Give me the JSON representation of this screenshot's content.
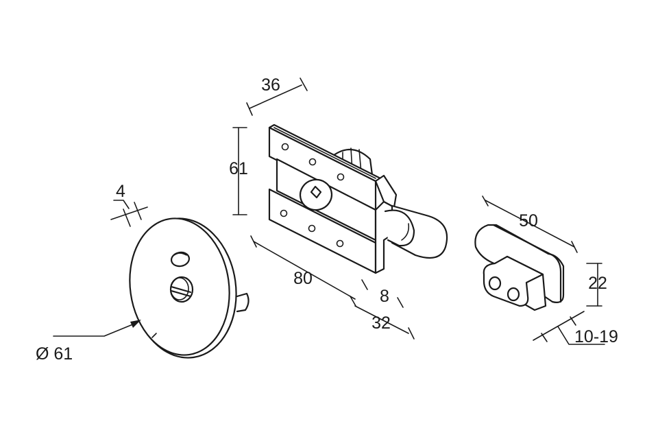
{
  "colors": {
    "line": "#1a1a1a",
    "background": "#ffffff"
  },
  "dimensions": {
    "rose_thickness": "4",
    "rose_diameter": "Ø 61",
    "plate_depth": "36",
    "plate_height": "61",
    "bolt_length": "80",
    "bolt_offset": "8",
    "bolt_projection": "32",
    "keeper_length": "50",
    "keeper_height": "22",
    "door_thickness": "10-19"
  }
}
